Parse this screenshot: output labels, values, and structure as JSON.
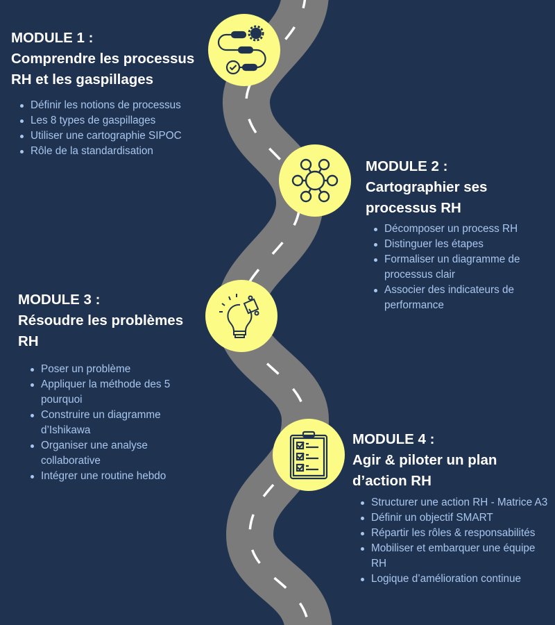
{
  "colors": {
    "background": "#1f3350",
    "road": "#7b7b7b",
    "circle": "#fbfb85",
    "heading": "#ffffff",
    "bullet": "#a9c6ef"
  },
  "modules": [
    {
      "label": "MODULE 1 :",
      "title_lines": [
        "Comprendre les processus",
        "RH et les gaspillages"
      ],
      "icon": "process-flow-icon",
      "items": [
        "Définir les notions de processus",
        "Les 8 types de gaspillages",
        "Utiliser une cartographie SIPOC",
        "Rôle de la standardisation"
      ]
    },
    {
      "label": "MODULE 2 :",
      "title_lines": [
        "Cartographier ses",
        "processus RH"
      ],
      "icon": "network-hub-icon",
      "items": [
        "Décomposer un  process RH",
        "Distinguer les étapes",
        "Formaliser un diagramme de processus clair",
        "Associer des indicateurs de performance"
      ]
    },
    {
      "label": "MODULE 3 :",
      "title_lines": [
        "Résoudre les problèmes",
        "RH"
      ],
      "icon": "lightbulb-puzzle-icon",
      "items": [
        "Poser un problème",
        "Appliquer la méthode des 5 pourquoi",
        "Construire un diagramme d’Ishikawa",
        "Organiser une analyse collaborative",
        "Intégrer une routine hebdo"
      ]
    },
    {
      "label": "MODULE 4 :",
      "title_lines": [
        "Agir & piloter un plan",
        "d’action RH"
      ],
      "icon": "checklist-clipboard-icon",
      "items": [
        "Structurer une action RH - Matrice A3",
        "Définir un objectif SMART",
        "Répartir les rôles & responsabilités",
        "Mobiliser et embarquer une équipe RH",
        "Logique d’amélioration continue"
      ]
    }
  ]
}
